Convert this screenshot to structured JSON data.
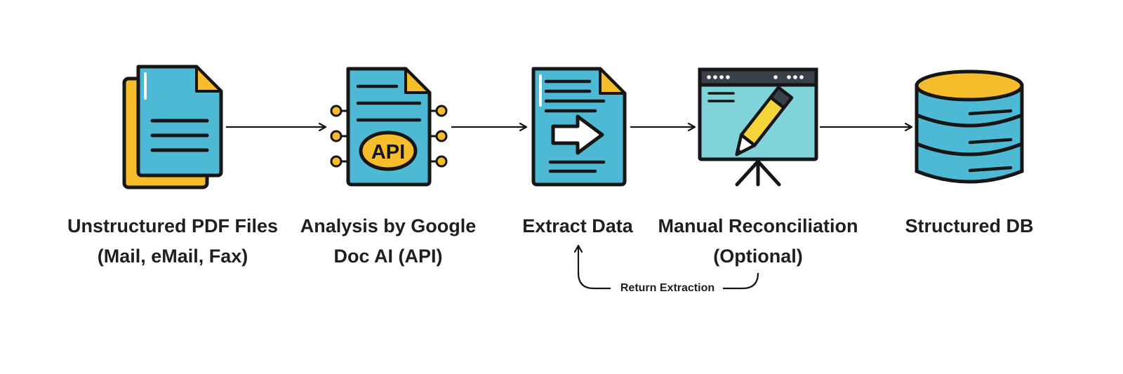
{
  "steps": [
    {
      "id": "pdf",
      "lines": [
        "Unstructured PDF Files",
        "(Mail, eMail, Fax)"
      ],
      "icon": "documents-icon"
    },
    {
      "id": "api",
      "lines": [
        "Analysis by Google",
        "Doc AI (API)"
      ],
      "icon": "api-document-icon",
      "badge": "API"
    },
    {
      "id": "extract",
      "lines": [
        "Extract Data"
      ],
      "icon": "extract-document-icon"
    },
    {
      "id": "manual",
      "lines": [
        "Manual Reconciliation",
        "(Optional)"
      ],
      "icon": "presentation-board-icon"
    },
    {
      "id": "db",
      "lines": [
        "Structured DB"
      ],
      "icon": "database-icon"
    }
  ],
  "return_label": "Return Extraction",
  "colors": {
    "blue": "#4db9d4",
    "teal": "#7fd3d9",
    "yellow": "#f5bd2c",
    "outline": "#161616",
    "header": "#3a4049"
  }
}
